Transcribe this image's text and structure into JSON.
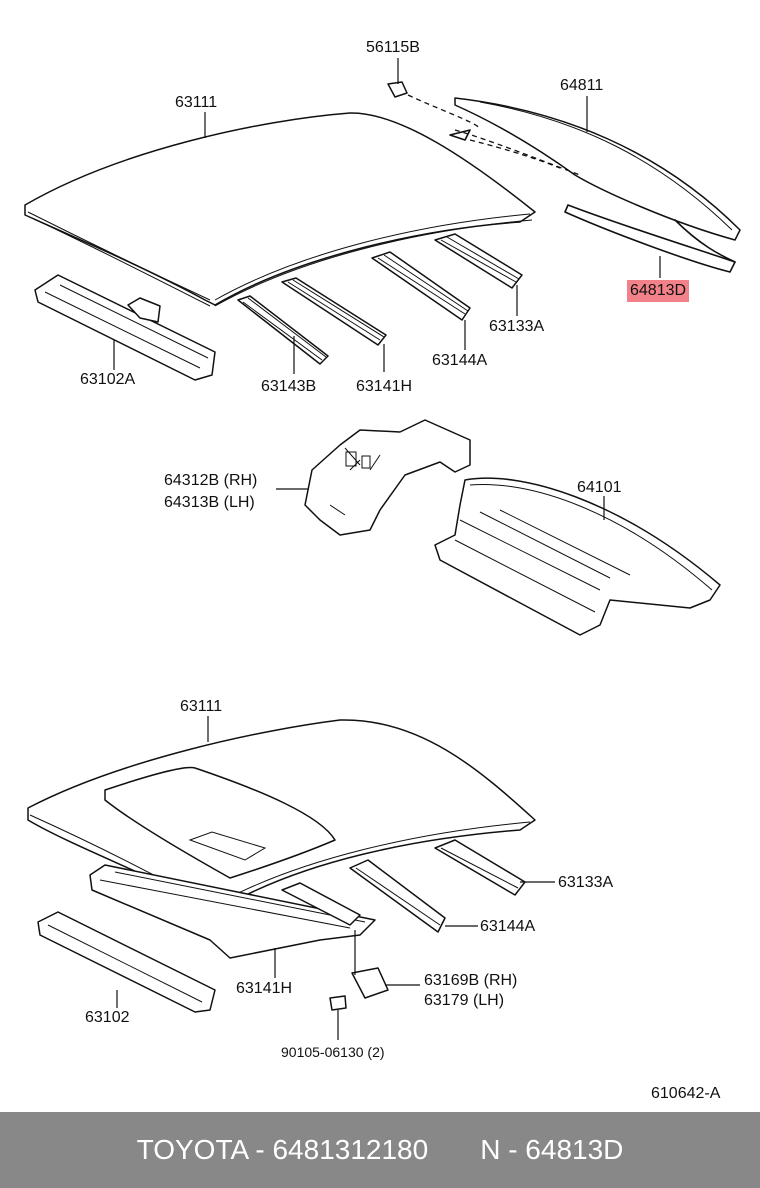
{
  "labels": {
    "p56115b": "56115B",
    "p63111_top": "63111",
    "p64811": "64811",
    "p64813d": "64813D",
    "p63102a": "63102A",
    "p63143b": "63143B",
    "p63141h_top": "63141H",
    "p63144a_top": "63144A",
    "p63133a_top": "63133A",
    "p64312b": "64312B (RH)",
    "p64313b": "64313B (LH)",
    "p64101": "64101",
    "p63111_bottom": "63111",
    "p63133a_bottom": "63133A",
    "p63144a_bottom": "63144A",
    "p63141h_bottom": "63141H",
    "p63102": "63102",
    "p63169b": "63169B (RH)",
    "p63179": "63179   (LH)",
    "p90105": "90105-06130 (2)",
    "diagram_code": "610642-A"
  },
  "highlight_color": "#f3818a",
  "footer": {
    "brand_part": "TOYOTA - 6481312180",
    "ref": "N - 64813D",
    "background": "#888888"
  }
}
